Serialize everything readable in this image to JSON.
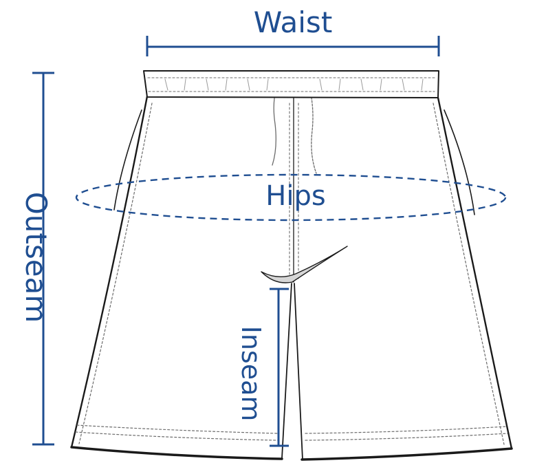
{
  "labels": {
    "waist": "Waist",
    "hips": "Hips",
    "outseam": "Outseam",
    "inseam": "Inseam"
  },
  "colors": {
    "measure": "#1f4e91",
    "outline": "#1a1a1a",
    "stitch": "#6b6b6b",
    "fabric": "#ffffff",
    "shadow": "#e9e9e9"
  }
}
